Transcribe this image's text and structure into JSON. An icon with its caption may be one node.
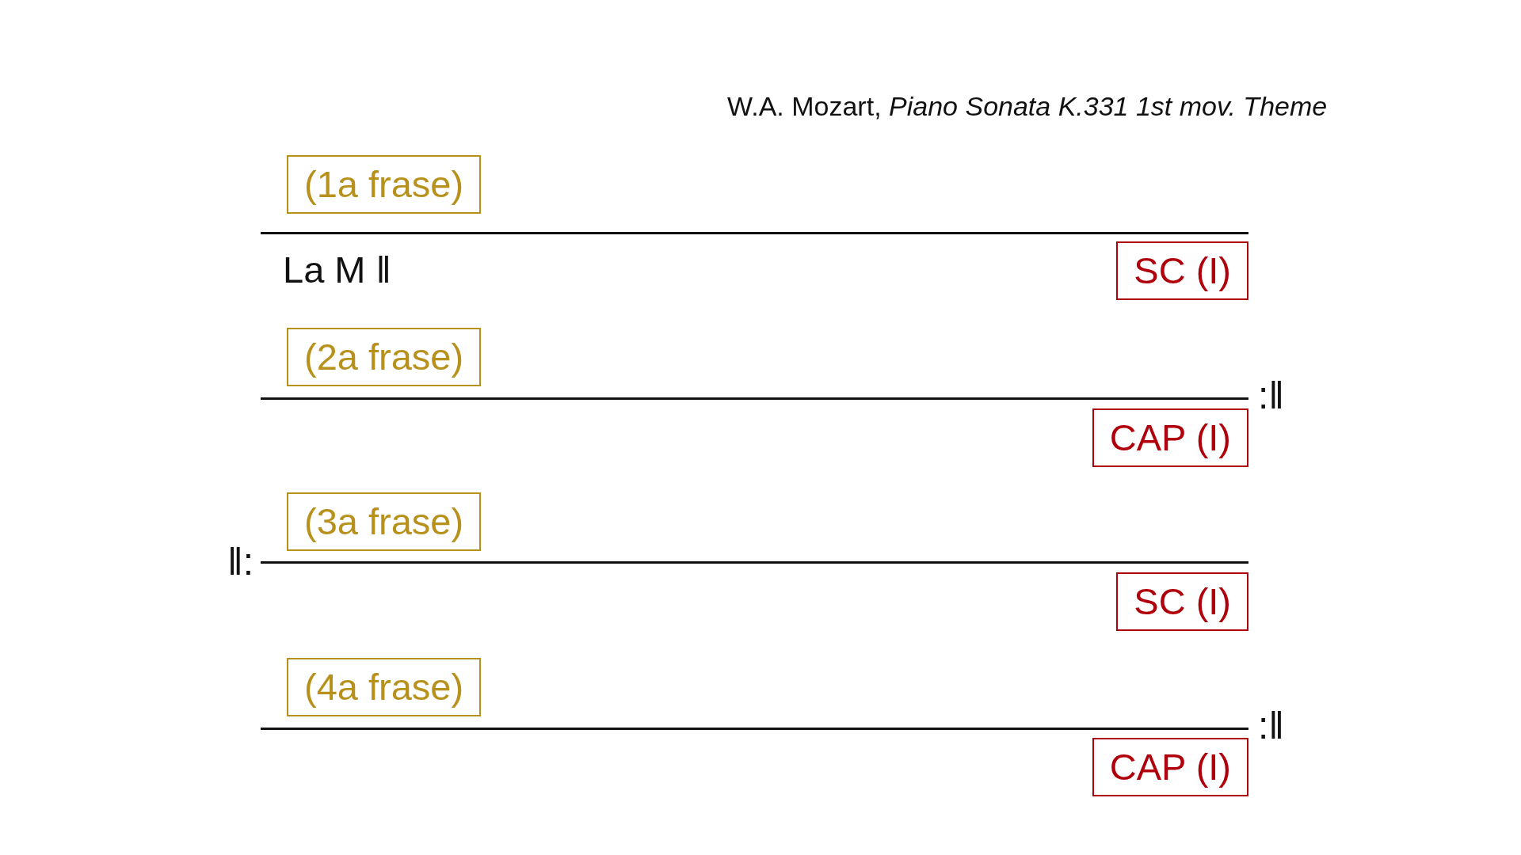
{
  "diagram": {
    "title": "W.A. Mozart, *Piano Sonata K.331 1st mov. Theme*",
    "nodes": [
      {
        "text": [
          "(1a frase)"
        ]
      },
      {
        "text": [
          "SC (I)"
        ]
      },
      {
        "text": [
          "(2a frase)"
        ]
      },
      {
        "text": [
          "CAP (I)"
        ]
      },
      {
        "text": [
          "(3a frase)"
        ]
      },
      {
        "text": [
          "SC (I)"
        ]
      },
      {
        "text": [
          "(4a frase)"
        ]
      },
      {
        "text": [
          "CAP (I)"
        ]
      }
    ],
    "labels": [
      "La M ‖",
      ":‖",
      "‖:",
      ":‖"
    ]
  }
}
